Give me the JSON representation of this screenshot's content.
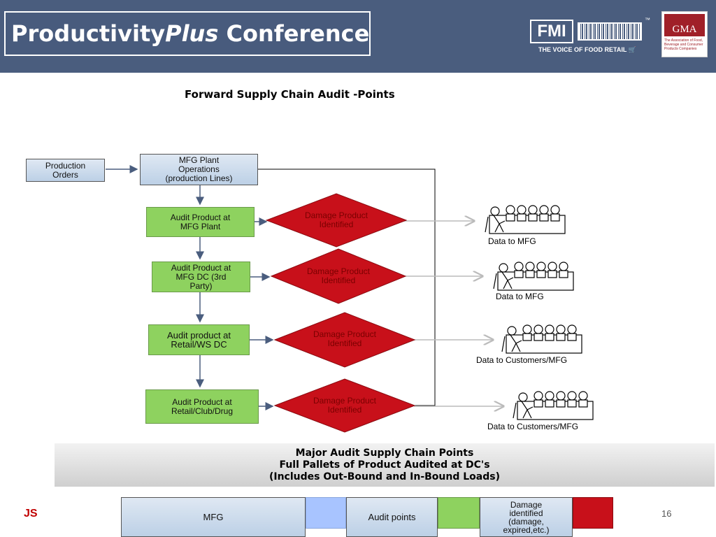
{
  "header": {
    "title_plain": "Productivity",
    "title_italic": "Plus",
    "title_rest": " Conference",
    "fmi_logo_text": "FMI",
    "fmi_tagline": "THE VOICE OF FOOD RETAIL",
    "gma_logo_text": "GMA",
    "gma_tagline": "The Association of Food, Beverage and Consumer Products Companies"
  },
  "diagram": {
    "title": "Forward Supply Chain Audit -Points",
    "production_orders": "Production\nOrders",
    "mfg_plant_ops": "MFG Plant\nOperations\n(production Lines)",
    "audit_steps": [
      "Audit Product at\nMFG Plant",
      "Audit Product at\nMFG DC (3rd\nParty)",
      "Audit product at\nRetail/WS DC",
      "Audit Product at\nRetail/Club/Drug"
    ],
    "damage_label": "Damage Product\nIdentified",
    "data_labels": [
      "Data to MFG",
      "Data to MFG",
      "Data to Customers/MFG",
      "Data to Customers/MFG"
    ]
  },
  "banner": {
    "line1": "Major Audit Supply Chain Points",
    "line2": "Full Pallets of Product Audited at DC's",
    "line3": "(Includes Out-Bound and In-Bound Loads)"
  },
  "footer": {
    "initials": "JS",
    "page_number": "16",
    "legend_mfg": "MFG",
    "legend_audit": "Audit points",
    "legend_damage": "Damage\nidentified\n(damage,\nexpired,etc.)"
  },
  "colors": {
    "header_bg": "#4a5d7e",
    "audit_green": "#8ed25f",
    "damage_red": "#c8101a",
    "mfg_blue": "#a8c4ff"
  }
}
